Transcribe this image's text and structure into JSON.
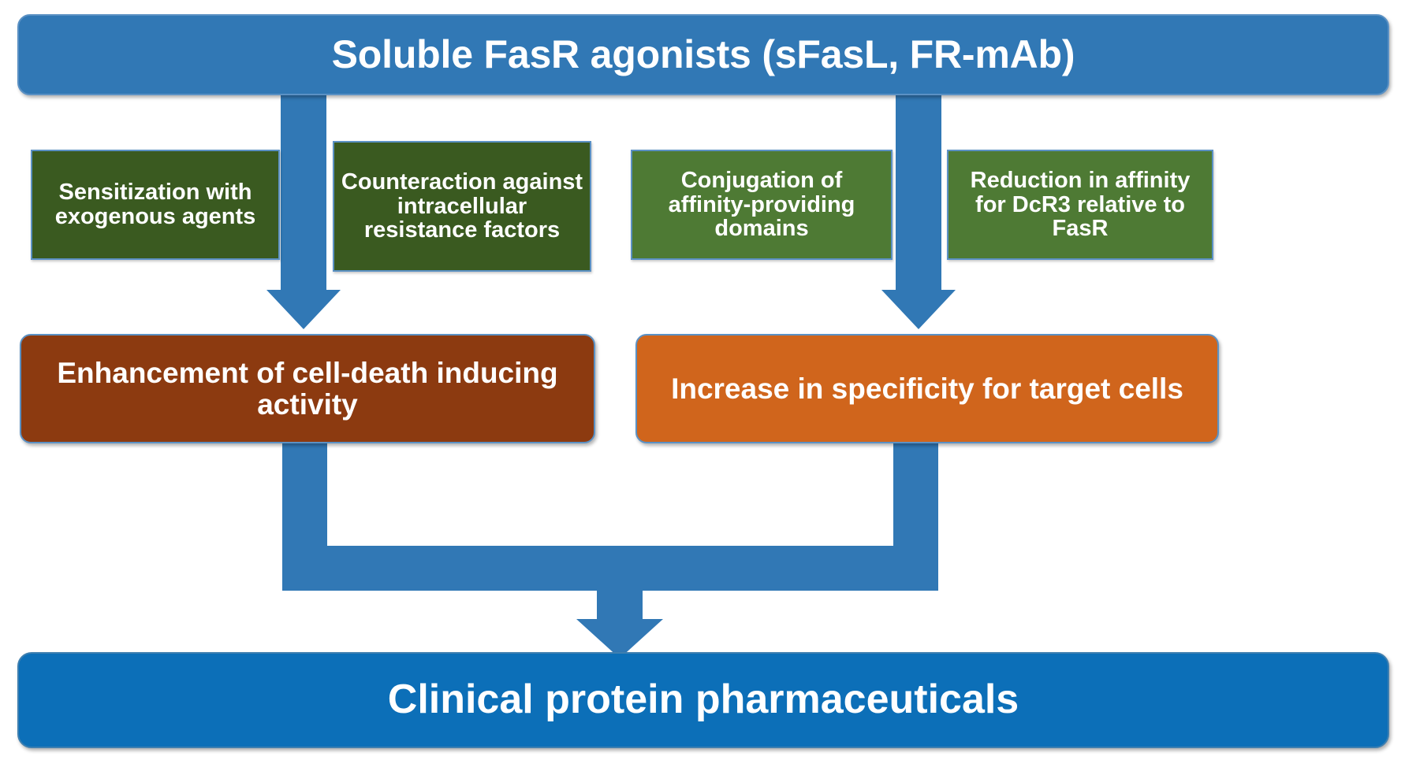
{
  "diagram": {
    "title_banner": "Soluble FasR agonists (sFasL, FR-mAb)",
    "outcome_banner": "Clinical protein pharmaceuticals",
    "strategies": [
      {
        "label": "Sensitization with exogenous agents",
        "color": "#3A5A20"
      },
      {
        "label": "Counteraction against intracellular resistance factors",
        "color": "#3A5A20"
      },
      {
        "label": "Conjugation of affinity-providing domains",
        "color": "#4E7A34"
      },
      {
        "label": "Reduction in affinity for DcR3 relative to FasR",
        "color": "#4E7A34"
      }
    ],
    "outcomes": [
      {
        "label": "Enhancement of cell-death inducing activity",
        "color": "#8C3A10"
      },
      {
        "label": "Increase in specificity for target cells",
        "color": "#D0651C"
      }
    ],
    "colors": {
      "banner_top": "#3178B5",
      "banner_bottom": "#0C6FB8",
      "connector": "#3178B5",
      "box_border": "#5B91C4",
      "text": "#FFFFFF",
      "background": "#FFFFFF"
    },
    "connectors": [
      {
        "name": "title-to-enhancement",
        "from": "title_banner",
        "to": "outcomes.0"
      },
      {
        "name": "title-to-specificity",
        "from": "title_banner",
        "to": "outcomes.1"
      },
      {
        "name": "outcomes-merge-to-clinical",
        "from": "outcomes",
        "to": "outcome_banner"
      }
    ]
  }
}
